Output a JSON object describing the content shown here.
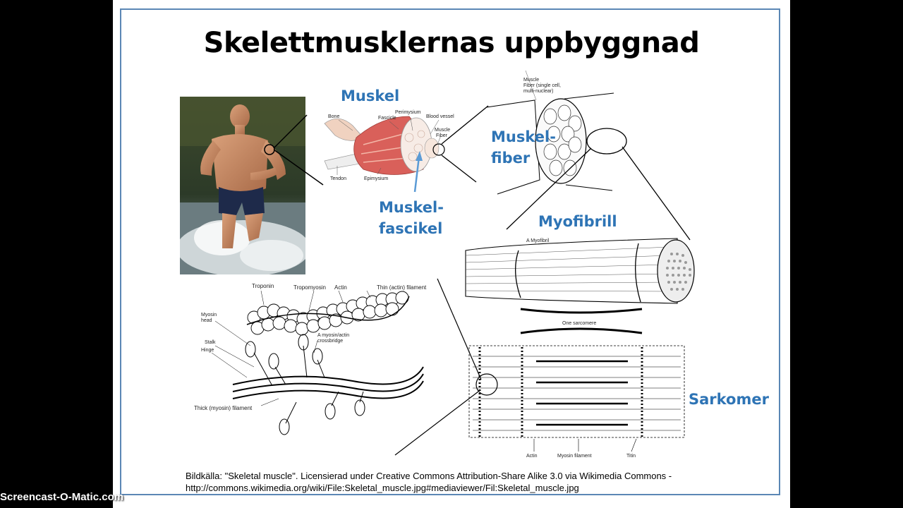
{
  "slide": {
    "title": "Skelettmusklernas uppbyggnad",
    "labels": {
      "muskel": "Muskel",
      "muskelfiber_1": "Muskel-",
      "muskelfiber_2": "fiber",
      "muskelfascikel_1": "Muskel-",
      "muskelfascikel_2": "fascikel",
      "myofibrill": "Myofibrill",
      "sarkomer": "Sarkomer"
    },
    "diagram_labels": {
      "bone": "Bone",
      "tendon": "Tendon",
      "fascicle": "Fascicle",
      "perimysium": "Perimysium",
      "blood_vessel": "Blood vessel",
      "muscle_fiber_1": "Muscle",
      "muscle_fiber_2": "Fiber",
      "epimysium": "Epimysium",
      "muscle_fiber_title_1": "Muscle",
      "muscle_fiber_title_2": "Fiber (single cell,",
      "muscle_fiber_title_3": "multi-nuclear)",
      "a_myofibril": "A Myofibril",
      "one_sarcomere": "One sarcomere",
      "actin_bottom": "Actin",
      "myosin_filament": "Myosin filament",
      "titin": "Titin",
      "troponin": "Troponin",
      "tropomyosin": "Tropomyosin",
      "actin": "Actin",
      "thin_filament": "Thin (actin) filament",
      "myosin_head_1": "Myosin",
      "myosin_head_2": "head",
      "stalk": "Stalk",
      "hinge": "Hinge",
      "crossbridge_1": "A myosin/actin",
      "crossbridge_2": "crossbridge",
      "thick_filament": "Thick (myosin) filament"
    },
    "caption_line1": "Bildkälla: \"Skeletal muscle\". Licensierad under Creative Commons Attribution-Share Alike 3.0 via Wikimedia Commons -",
    "caption_line2": "http://commons.wikimedia.org/wiki/File:Skeletal_muscle.jpg#mediaviewer/Fil:Skeletal_muscle.jpg"
  },
  "watermark": "Screencast-O-Matic.com",
  "colors": {
    "frame": "#5b87b5",
    "label_blue": "#2e74b5",
    "arrow_blue": "#5b9bd5",
    "muscle_red": "#d9605a",
    "background": "#000000"
  }
}
